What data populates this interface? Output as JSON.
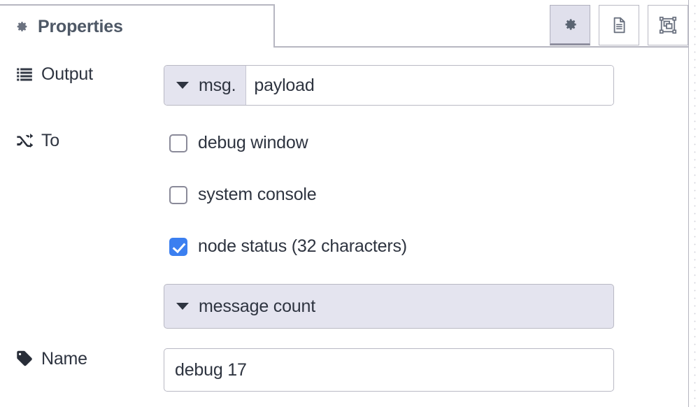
{
  "tab": {
    "icon": "gear-icon",
    "label": "Properties"
  },
  "toolbar": {
    "buttons": [
      {
        "icon": "gear-icon",
        "name": "properties-tab-button",
        "active": true
      },
      {
        "icon": "description-icon",
        "name": "description-tab-button",
        "active": false
      },
      {
        "icon": "appearance-icon",
        "name": "appearance-tab-button",
        "active": false
      }
    ]
  },
  "form": {
    "output": {
      "icon": "list-icon",
      "label": "Output",
      "type_select": "msg.",
      "value": "payload",
      "placeholder": ""
    },
    "to": {
      "icon": "shuffle-icon",
      "label": "To",
      "options": [
        {
          "label": "debug window",
          "checked": false
        },
        {
          "label": "system console",
          "checked": false
        },
        {
          "label": "node status (32 characters)",
          "checked": true
        }
      ],
      "status_select": "message count"
    },
    "name": {
      "icon": "tag-icon",
      "label": "Name",
      "value": "debug 17",
      "placeholder": "Name"
    }
  },
  "colors": {
    "accent_checked": "#3b7ff0",
    "select_bg": "#e4e4ef",
    "border": "#b9b9c4",
    "tab_text": "#4e5866",
    "text": "#2e3440"
  }
}
